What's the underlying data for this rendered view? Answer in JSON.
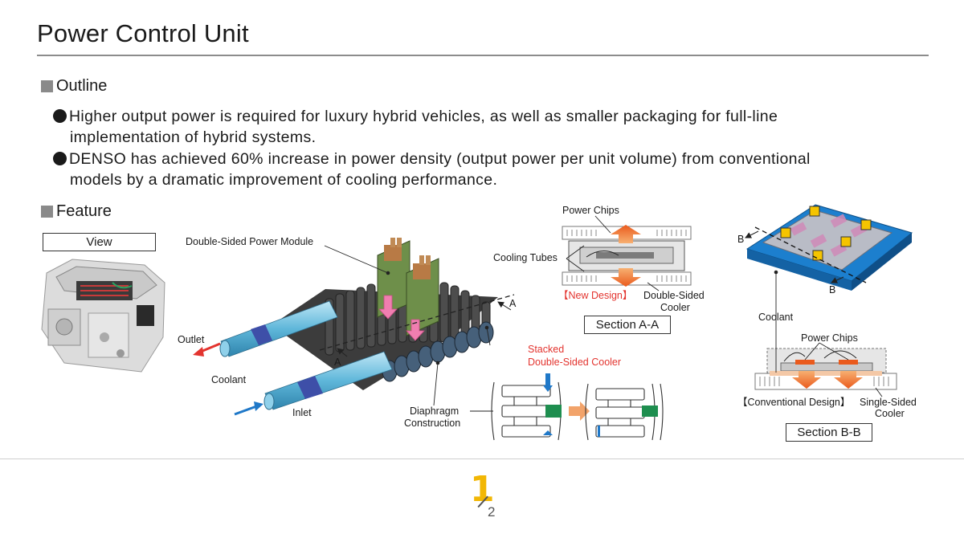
{
  "page": {
    "title": "Power Control Unit"
  },
  "outline": {
    "heading": "Outline",
    "bullets": [
      {
        "line1": "Higher output power is required for luxury hybrid vehicles, as well as smaller packaging for full-line",
        "line2": "implementation of hybrid systems."
      },
      {
        "line1": "DENSO has achieved 60% increase in power density (output power per unit volume) from conventional",
        "line2": "models by a dramatic improvement of cooling performance."
      }
    ]
  },
  "feature": {
    "heading": "Feature",
    "view_label": "View",
    "main_diagram": {
      "module_label": "Double-Sided Power Module",
      "outlet": "Outlet",
      "coolant": "Coolant",
      "inlet": "Inlet",
      "section_mark_a": "A",
      "stacked_cooler_l1": "Stacked",
      "stacked_cooler_l2": "Double-Sided Cooler",
      "diaphragm_l1": "Diaphragm",
      "diaphragm_l2": "Construction"
    },
    "section_a": {
      "power_chips": "Power Chips",
      "cooling_tubes": "Cooling Tubes",
      "new_design": "【New Design】",
      "cooler_l1": "Double-Sided",
      "cooler_l2": "Cooler",
      "label": "Section A-A"
    },
    "section_b": {
      "mark": "B",
      "coolant": "Coolant",
      "power_chips": "Power Chips",
      "conventional": "【Conventional Design】",
      "cooler_l1": "Single-Sided",
      "cooler_l2": "Cooler",
      "label": "Section B-B"
    }
  },
  "pager": {
    "current": "1",
    "total": "2"
  },
  "colors": {
    "accent_red": "#e3342f",
    "pager_yellow": "#f2b705",
    "module_blue": "#1f78c8"
  }
}
